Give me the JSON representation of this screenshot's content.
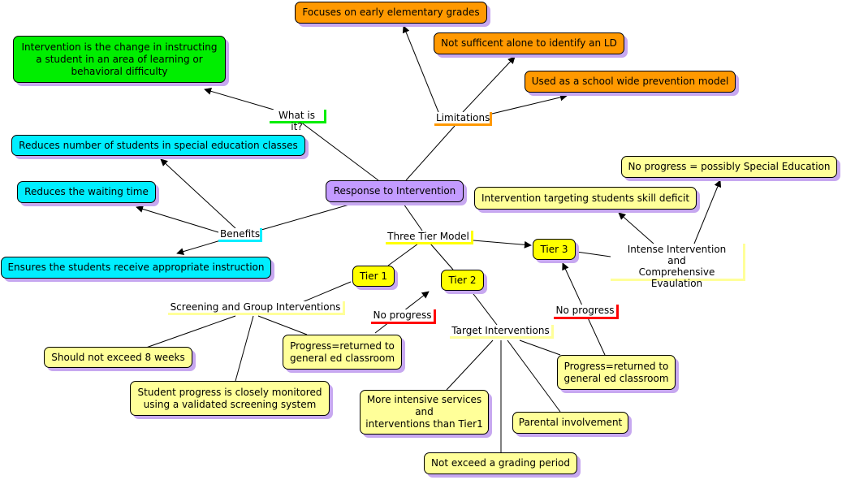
{
  "nodes": {
    "focuses": "Focuses on early elementary grades",
    "not_sufficient": "Not sufficent alone to identify an LD",
    "school_wide": "Used as a school wide prevention model",
    "intervention_def": "Intervention is the change in instructing a student in an area of learning or behavioral difficulty",
    "reduces_number": "Reduces number of students in special education classes",
    "reduces_waiting": "Reduces the waiting time",
    "ensures": "Ensures the students receive appropriate instruction",
    "rti": "Response to Intervention",
    "no_progress_sped": "No progress = possibly Special Education",
    "skill_deficit": "Intervention targeting students skill deficit",
    "tier3": "Tier 3",
    "tier1": "Tier 1",
    "tier2": "Tier 2",
    "not_exceed_8": "Should not exceed 8 weeks",
    "closely_monitored": "Student progress is closely monitored\nusing a validated screening system",
    "progress_returned_1": "Progress=returned to\ngeneral ed classroom",
    "progress_returned_2": "Progress=returned to\ngeneral ed classroom",
    "more_intensive": "More intensive services\nand\ninterventions than Tier1",
    "parental": "Parental involvement",
    "grading_period": "Not exceed a grading period"
  },
  "labels": {
    "what_is_it": "What is it?",
    "limitations": "Limitations",
    "benefits": "Benefits",
    "three_tier": "Three Tier Model",
    "intense": "Intense Intervention\nand\nComprehensive Evaulation",
    "screening": "Screening and Group Interventions",
    "no_progress_1": "No progress",
    "no_progress_2": "No progress",
    "target_interventions": "Target Interventions"
  },
  "colors": {
    "orange": "#ff9900",
    "green": "#00ee00",
    "cyan": "#00eeff",
    "purple": "#c39bff",
    "yellow": "#ffff00",
    "pale_yellow": "#ffff99",
    "underline_green": "#00ee00",
    "underline_orange": "#ff9900",
    "underline_cyan": "#00eeff",
    "underline_yellow": "#ffff00",
    "underline_red": "#ff0000",
    "underline_pale": "#ffff99"
  }
}
